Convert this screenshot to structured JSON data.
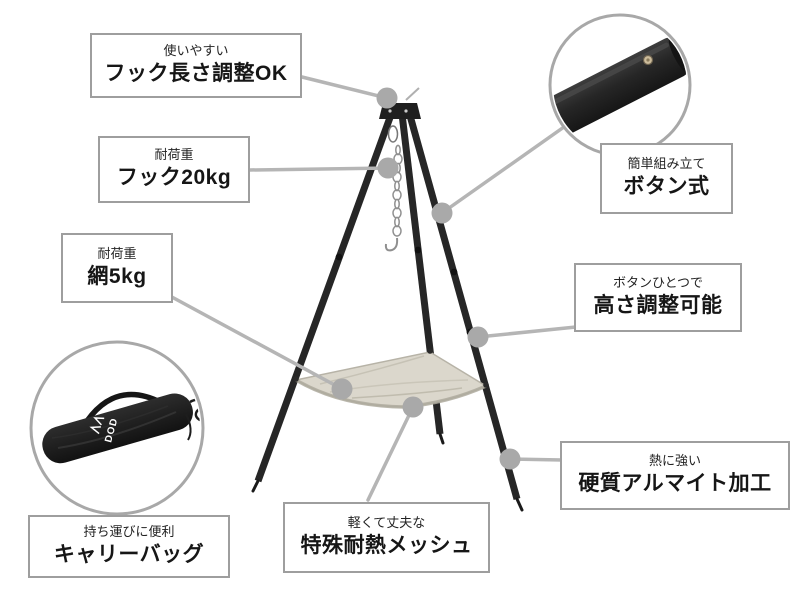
{
  "page": {
    "background": "#ffffff"
  },
  "colors": {
    "box_border": "#9e9e9e",
    "callout_line": "#b5b5b5",
    "callout_dot": "#a9a9a9",
    "text_dark": "#161616",
    "product_black": "#262626",
    "mesh_fill": "#dbd7cc",
    "mesh_edge": "#aeaa9d",
    "circle_border": "#a8a8a8",
    "button_gold": "#cdbd9c"
  },
  "callouts": [
    {
      "id": "hook-length",
      "line1": "使いやすい",
      "line2": "フック長さ調整OK"
    },
    {
      "id": "hook-load",
      "line1": "耐荷重",
      "line2": "フック20kg"
    },
    {
      "id": "net-load",
      "line1": "耐荷重",
      "line2": "網5kg"
    },
    {
      "id": "assembly",
      "line1": "簡単組み立て",
      "line2": "ボタン式"
    },
    {
      "id": "height-adjust",
      "line1": "ボタンひとつで",
      "line2": "高さ調整可能"
    },
    {
      "id": "anodized",
      "line1": "熱に強い",
      "line2": "硬質アルマイト加工"
    },
    {
      "id": "mesh",
      "line1": "軽くて丈夫な",
      "line2": "特殊耐熱メッシュ"
    },
    {
      "id": "carry-bag",
      "line1": "持ち運びに便利",
      "line2": "キャリーバッグ"
    }
  ],
  "product": {
    "description": "hanging tripod with chain hook and mesh net",
    "bag_logo": "DOD"
  }
}
